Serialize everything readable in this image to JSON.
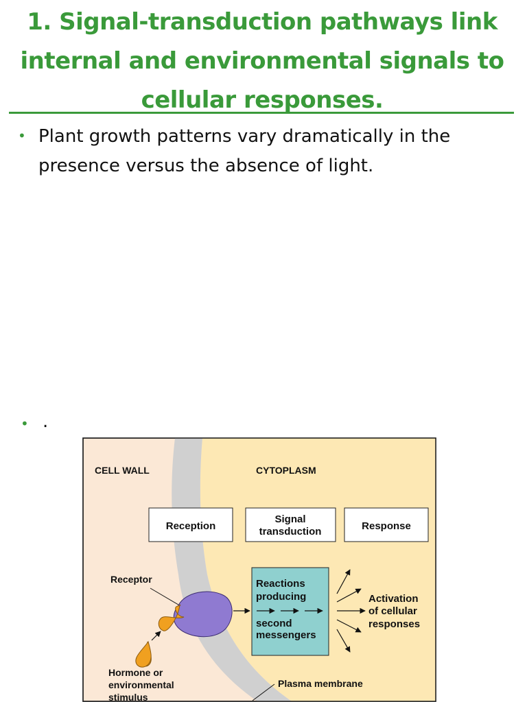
{
  "slide": {
    "title": "1. Signal-transduction pathways link internal and environmental signals to cellular responses.",
    "title_color": "#3a9a3a",
    "bullets": [
      {
        "text": "Plant growth patterns vary dramatically in the presence versus the absence of light."
      },
      {
        "text": "."
      }
    ]
  },
  "diagram": {
    "labels": {
      "cell_wall": "CELL WALL",
      "cytoplasm": "CYTOPLASM",
      "reception": "Reception",
      "signal_transduction_line1": "Signal",
      "signal_transduction_line2": "transduction",
      "response": "Response",
      "receptor": "Receptor",
      "reactions_line1": "Reactions",
      "reactions_line2": "producing",
      "reactions_line3": "second",
      "reactions_line4": "messengers",
      "activation_line1": "Activation",
      "activation_line2": "of cellular",
      "activation_line3": "responses",
      "hormone_line1": "Hormone or",
      "hormone_line2": "environmental",
      "hormone_line3": "stimulus",
      "plasma_membrane": "Plasma membrane"
    },
    "colors": {
      "cell_wall_bg": "#fbe8d6",
      "cytoplasm_bg": "#fde8b4",
      "membrane": "#d0d0d0",
      "receptor": "#8f7ad1",
      "hormone": "#f0a020",
      "reactions_box": "#8fd0cf"
    }
  }
}
